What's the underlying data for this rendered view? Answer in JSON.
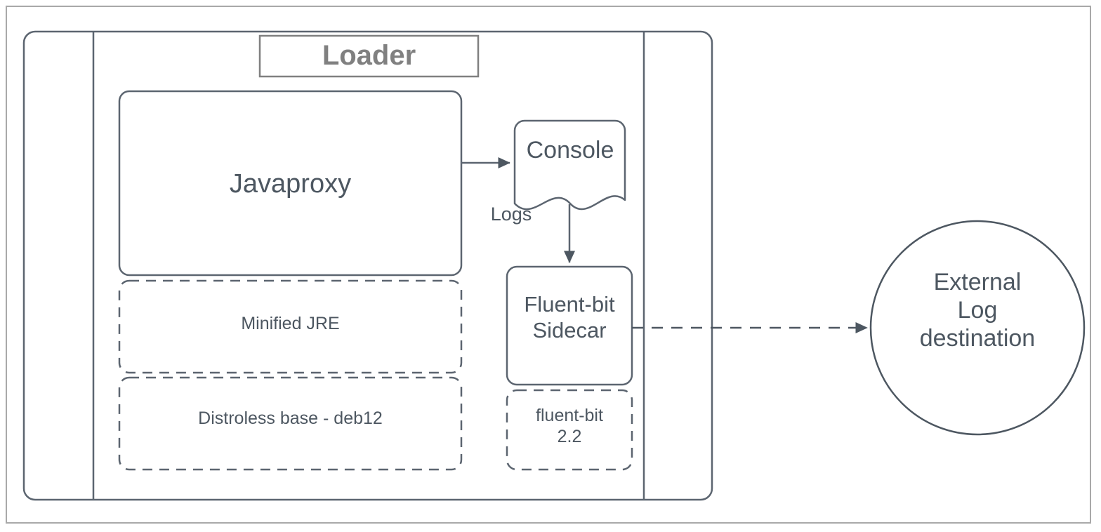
{
  "diagram": {
    "type": "architecture-diagram",
    "title": "Loader",
    "colors": {
      "stroke": "#5c6570",
      "text": "#4d5761",
      "title_text": "#808080",
      "title_border": "#808080",
      "page_border": "#a9a9a9",
      "background": "#ffffff",
      "arrow_fill": "#4d5761"
    },
    "container": {
      "name": "loader-container",
      "title": "Loader"
    },
    "nodes": [
      {
        "id": "javaproxy",
        "label": "Javaproxy",
        "shape": "rounded-rectangle",
        "style": "solid"
      },
      {
        "id": "minified-jre",
        "label": "Minified JRE",
        "shape": "rounded-rectangle",
        "style": "dashed"
      },
      {
        "id": "distroless-base",
        "label": "Distroless base - deb12",
        "shape": "rounded-rectangle",
        "style": "dashed"
      },
      {
        "id": "console",
        "label": "Console",
        "shape": "document",
        "style": "solid"
      },
      {
        "id": "fluent-bit-sidecar",
        "label": "Fluent-bit\nSidecar",
        "shape": "rounded-rectangle",
        "style": "solid"
      },
      {
        "id": "fluent-bit-version",
        "label": "fluent-bit\n2.2",
        "shape": "rounded-rectangle",
        "style": "dashed"
      },
      {
        "id": "external-log-destination",
        "label": "External\nLog\ndestination",
        "shape": "circle",
        "style": "solid"
      }
    ],
    "edges": [
      {
        "id": "javaproxy-to-console",
        "from": "javaproxy",
        "to": "console",
        "label": "",
        "style": "solid",
        "arrow": "filled-triangle"
      },
      {
        "id": "console-to-fluentbit",
        "from": "console",
        "to": "fluent-bit-sidecar",
        "label": "Logs",
        "style": "solid",
        "arrow": "filled-triangle"
      },
      {
        "id": "fluentbit-to-external",
        "from": "fluent-bit-sidecar",
        "to": "external-log-destination",
        "label": "",
        "style": "dashed",
        "arrow": "filled-triangle"
      }
    ],
    "labels": {
      "loader_title": "Loader",
      "javaproxy": "Javaproxy",
      "minified_jre": "Minified JRE",
      "distroless_base": "Distroless base - deb12",
      "console": "Console",
      "logs_edge": "Logs",
      "fluent_bit_sidecar": "Fluent-bit\nSidecar",
      "fluent_bit_version": "fluent-bit\n2.2",
      "external_log_destination": "External\nLog\ndestination"
    }
  }
}
